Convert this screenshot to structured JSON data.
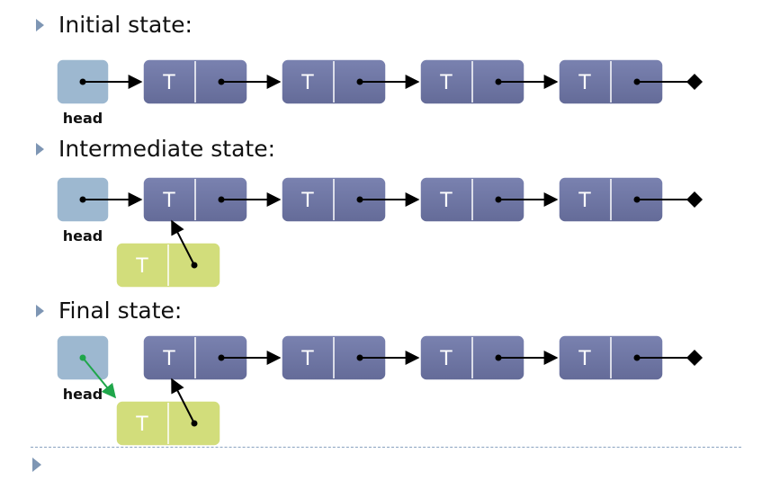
{
  "headings": {
    "initial": "Initial state:",
    "intermediate": "Intermediate state:",
    "final": "Final state:"
  },
  "diagram": {
    "node_label": "T",
    "head_label": "head"
  },
  "colors": {
    "node_fill": "#6e75a3",
    "new_node_fill": "#d2dd7b",
    "head_fill": "#9db8d0",
    "pointer": "#000000",
    "new_head_pointer": "#1fa64a",
    "bullet": "#7e96b4"
  },
  "icons": [
    "bullet-triangle-icon"
  ]
}
